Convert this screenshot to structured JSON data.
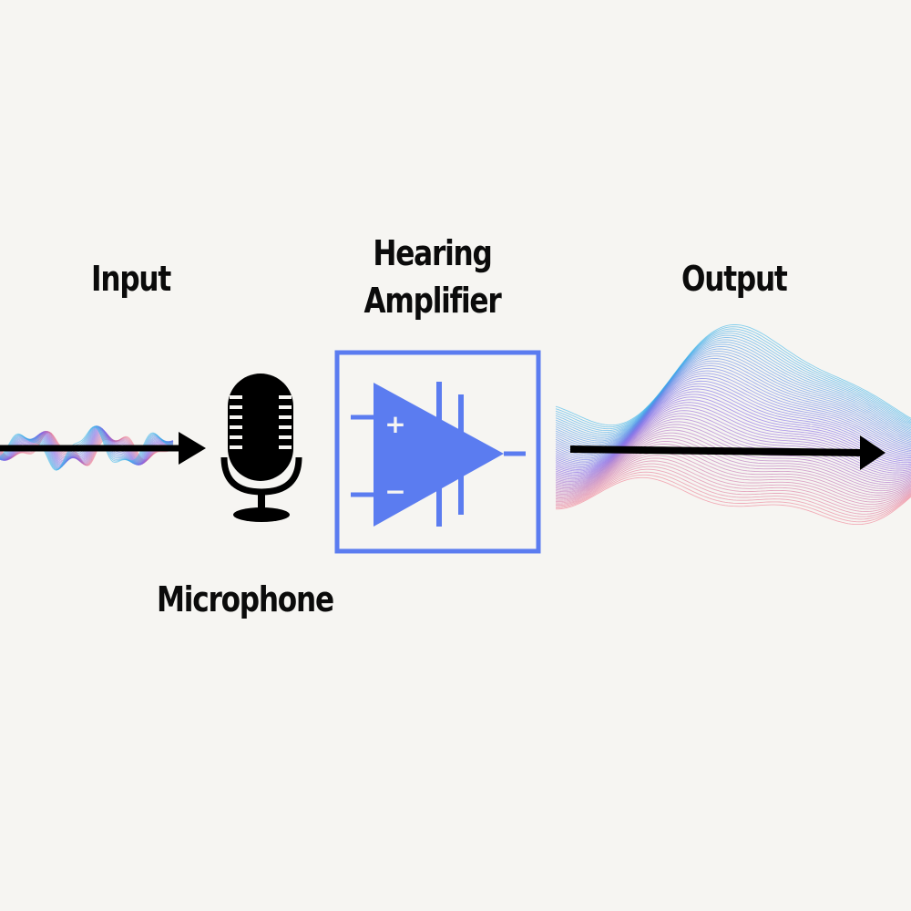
{
  "labels": {
    "input": "Input",
    "hearing_amplifier_line1": "Hearing",
    "hearing_amplifier_line2": "Amplifier",
    "output": "Output",
    "microphone": "Microphone"
  },
  "amplifier_symbols": {
    "plus": "+",
    "minus": "−"
  },
  "colors": {
    "background": "#f6f5f2",
    "text": "#0b0b0b",
    "amplifier_blue": "#5b7cf0",
    "arrow": "#000000",
    "wave_pink": "#f07a8f",
    "wave_purple": "#7b5ce6",
    "wave_blue": "#38b4ea"
  },
  "icons": {
    "microphone": "microphone-icon",
    "amplifier": "op-amp-icon",
    "arrow": "right-arrow-icon",
    "input_wave": "sound-wave-small",
    "output_wave": "sound-wave-large"
  }
}
